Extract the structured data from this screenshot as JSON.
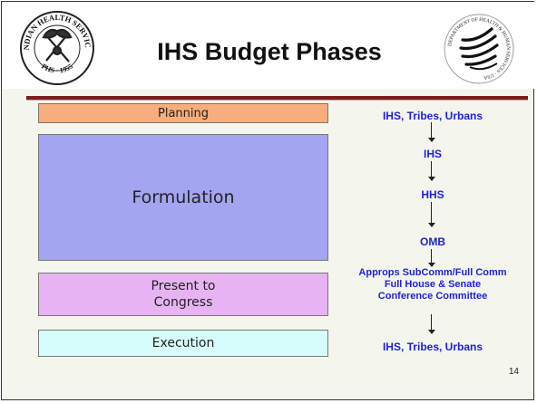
{
  "slide": {
    "title": "IHS Budget Phases",
    "page_number": "14"
  },
  "logos": {
    "left": {
      "icon": "indian-health-service-seal-icon",
      "text": "INDIAN HEALTH SERVICE · PHS · 1955"
    },
    "right": {
      "icon": "hhs-eagle-logo-icon",
      "text": "DEPARTMENT OF HEALTH & HUMAN SERVICES · USA"
    }
  },
  "phases": [
    {
      "label": "Planning",
      "color": "#f7ad7c"
    },
    {
      "label": "Formulation",
      "color": "#a3a5f1"
    },
    {
      "label": "Present to Congress",
      "color": "#e8b3f3"
    },
    {
      "label": "Execution",
      "color": "#d6fcfb"
    }
  ],
  "actors": [
    {
      "label": "IHS, Tribes, Urbans"
    },
    {
      "label": "IHS"
    },
    {
      "label": "HHS"
    },
    {
      "label": "OMB"
    },
    {
      "lines": [
        "Approps SubComm/Full Comm",
        "Full House & Senate",
        "Conference Committee"
      ]
    },
    {
      "label": "IHS, Tribes, Urbans"
    }
  ],
  "colors": {
    "actor_text": "#1f22d6",
    "title_rule": "#7a1d1d",
    "slide_background": "#f4f6ee"
  }
}
